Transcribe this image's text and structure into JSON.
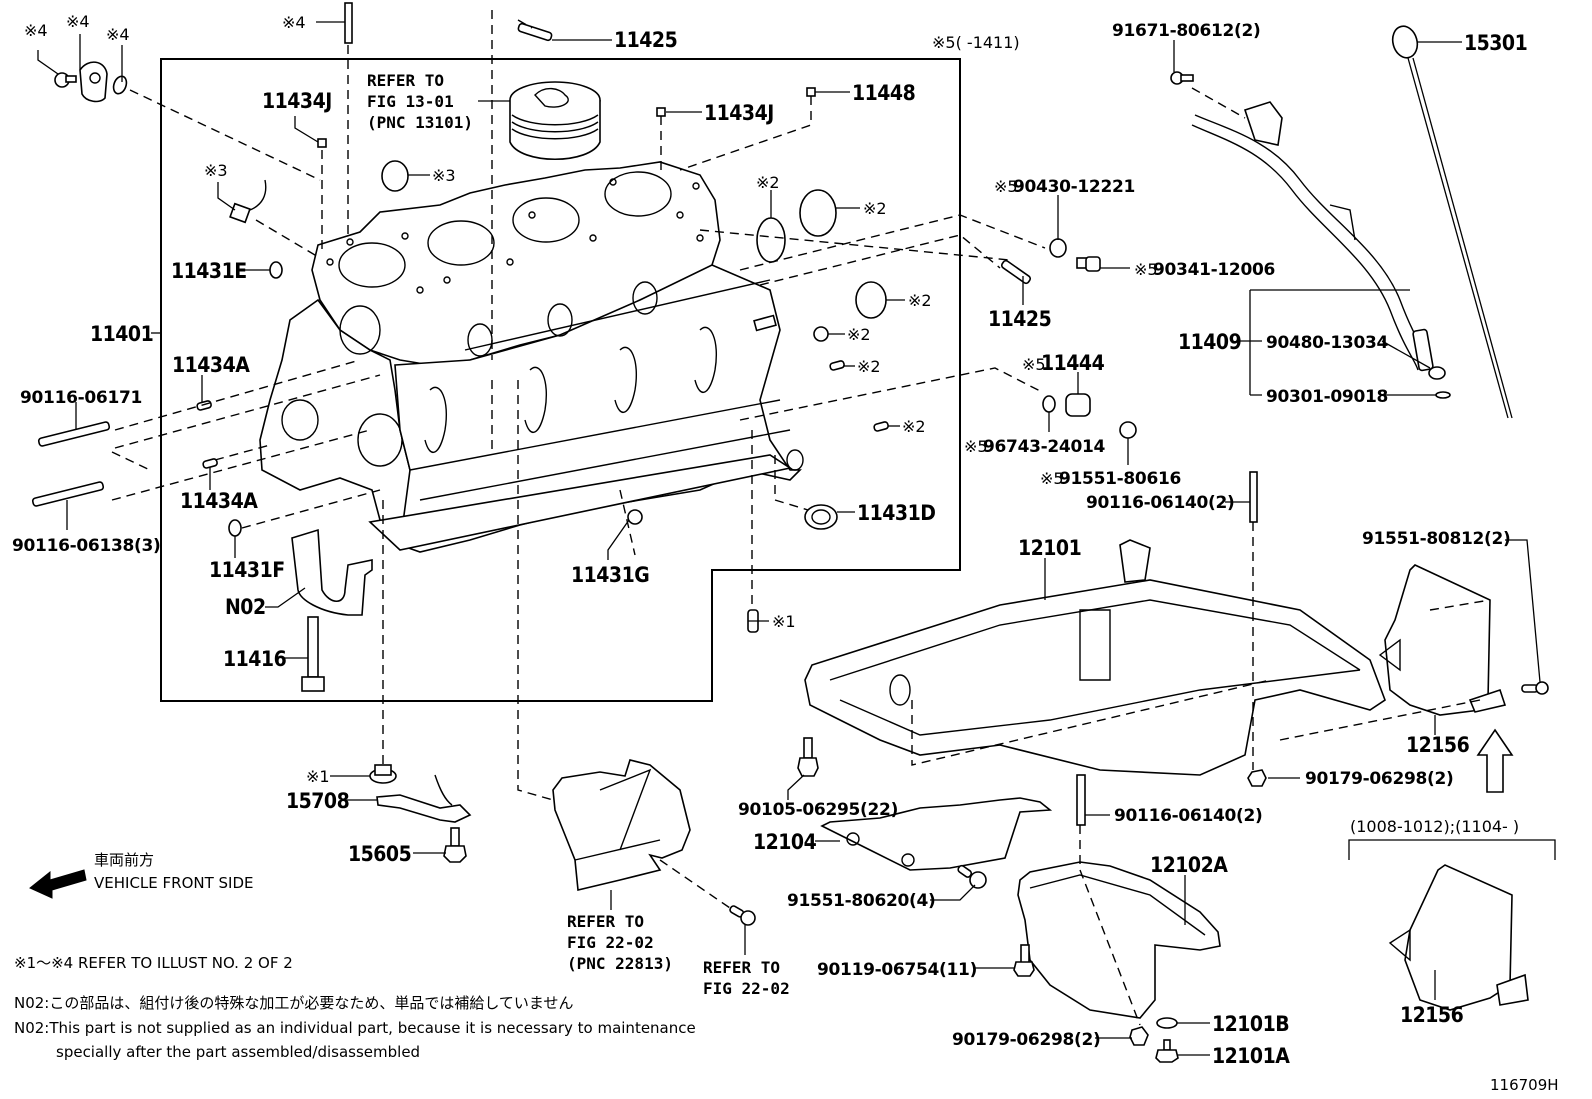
{
  "figure": {
    "illustration_id": "116709H",
    "markers": {
      "m1": "※1",
      "m2": "※2",
      "m3": "※3",
      "m4": "※4",
      "m5": "※5"
    },
    "effective_range_top": "※5(      -1411)",
    "effective_range_bottom": "(1008-1012);(1104-      )"
  },
  "parts": {
    "p11425_top": "11425",
    "p11434J_left": "11434J",
    "p11434J_mid": "11434J",
    "p11448": "11448",
    "p11431E": "11431E",
    "p11401": "11401",
    "p11434A_upper": "11434A",
    "p11434A_lower": "11434A",
    "p90116_06171": "90116-06171",
    "p90116_06138": "90116-06138(3)",
    "p11431F": "11431F",
    "pN02": "N02",
    "p11416": "11416",
    "p11431G": "11431G",
    "p11431D": "11431D",
    "p90430_12221": "90430-12221",
    "p90341_12006": "90341-12006",
    "p11425_right": "11425",
    "p11444": "11444",
    "p96743_24014": "96743-24014",
    "p91551_80616": "91551-80616",
    "p91671_80612": "91671-80612(2)",
    "p15301": "15301",
    "p11409": "11409",
    "p90480_13034": "90480-13034",
    "p90301_09018": "90301-09018",
    "p90116_06140_top": "90116-06140(2)",
    "p12101": "12101",
    "p91551_80812": "91551-80812(2)",
    "p12156_top": "12156",
    "p90179_06298_top": "90179-06298(2)",
    "p90105_06295": "90105-06295(22)",
    "p90116_06140_bot": "90116-06140(2)",
    "p12104": "12104",
    "p12102A": "12102A",
    "p91551_80620": "91551-80620(4)",
    "p90119_06754": "90119-06754(11)",
    "p90179_06298_bot": "90179-06298(2)",
    "p12101B": "12101B",
    "p12101A": "12101A",
    "p15708": "15708",
    "p15605": "15605",
    "p12156_bot": "12156"
  },
  "references": {
    "piston": [
      "REFER TO",
      "FIG 13-01",
      "(PNC 13101)"
    ],
    "bracket": [
      "REFER TO",
      "FIG 22-02",
      "(PNC 22813)"
    ],
    "bolt": [
      "REFER TO",
      "FIG 22-02"
    ]
  },
  "legend": {
    "front_jp": "車両前方",
    "front_en": "VEHICLE FRONT SIDE",
    "marker_note": "※1～※4  REFER TO ILLUST NO. 2 OF 2",
    "n02_jp": "N02:この部品は、組付け後の特殊な加工が必要なため、単品では補給していません",
    "n02_en_1": "N02:This part is not supplied as an individual part, because it is necessary to maintenance",
    "n02_en_2": "specially after the part assembled/disassembled"
  }
}
